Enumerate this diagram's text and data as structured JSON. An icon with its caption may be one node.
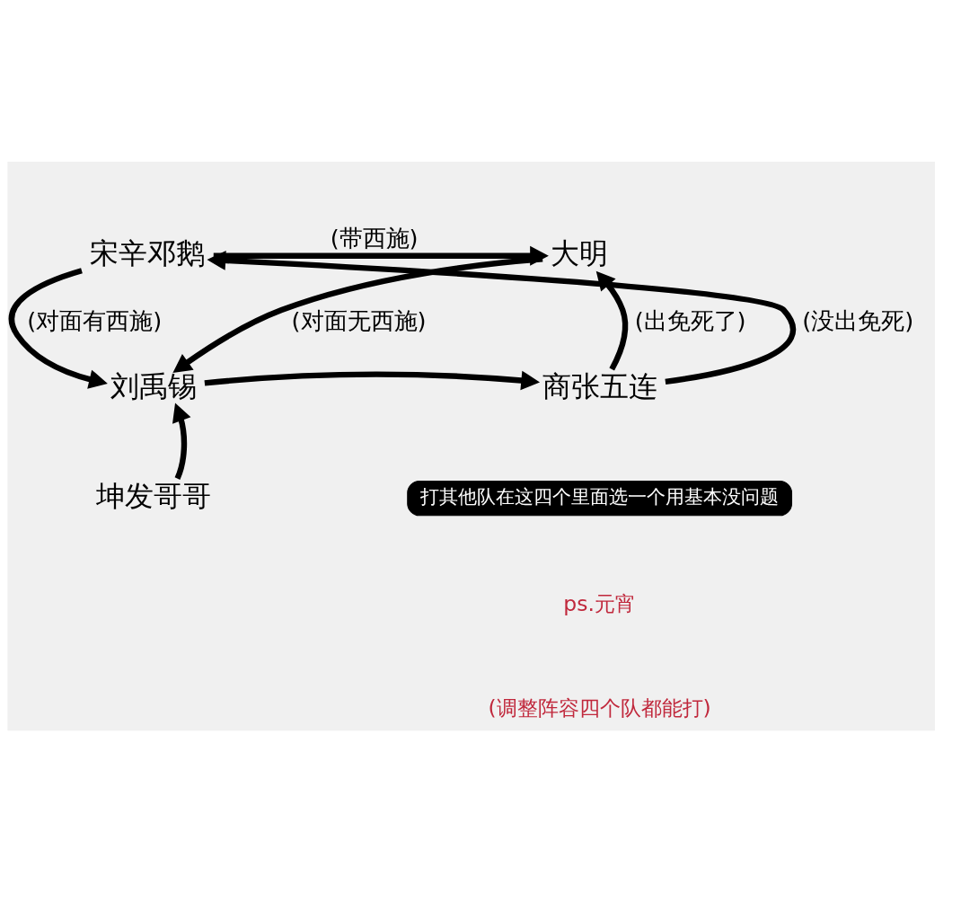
{
  "diagram": {
    "nodes": [
      {
        "text": [
          "大明"
        ]
      },
      {
        "text": [
          "宋辛邓鹅"
        ]
      },
      {
        "text": [
          "刘禹锡"
        ]
      },
      {
        "text": [
          "商张五连"
        ]
      },
      {
        "text": [
          "坤发哥哥"
        ]
      }
    ],
    "edges": [
      {
        "from": 1,
        "to": 0,
        "arrow": "to",
        "label": "(带西施)"
      },
      {
        "from": 0,
        "to": 2,
        "arrow": "to",
        "label": "(对面无西施)"
      },
      {
        "from": 3,
        "to": 0,
        "arrow": "to",
        "label": "(出免死了)"
      },
      {
        "from": 1,
        "to": 2,
        "arrow": "to",
        "label": "(对面有西施)"
      },
      {
        "from": 3,
        "to": 1,
        "arrow": "to",
        "label": "(没出免死)"
      },
      {
        "from": 2,
        "to": 3,
        "arrow": "to"
      },
      {
        "from": 4,
        "to": 2,
        "arrow": "to"
      }
    ],
    "labels": [
      "打其他队在这四个里面选一个用基本没问题",
      "ps.元宵",
      "(调整阵容四个队都能打)"
    ]
  }
}
